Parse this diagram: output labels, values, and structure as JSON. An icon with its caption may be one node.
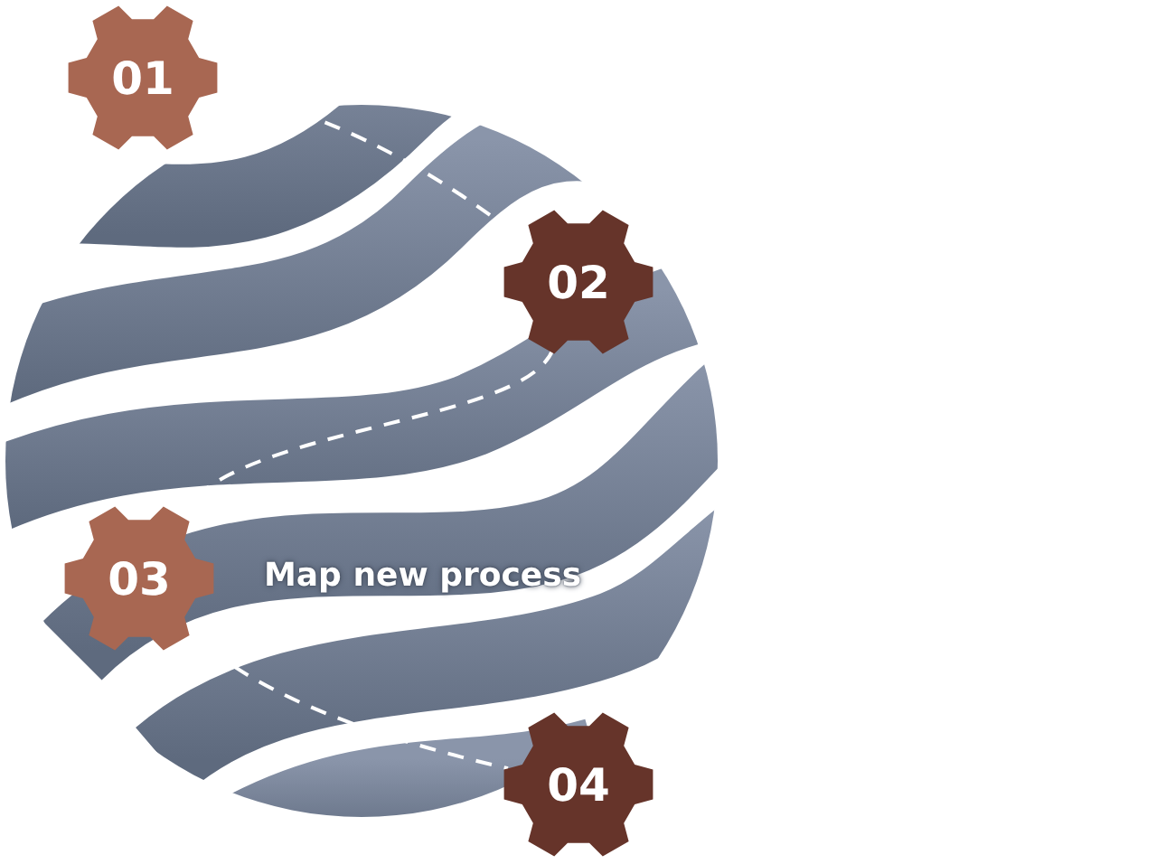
{
  "diagram": {
    "nodes": [
      {
        "text": [
          "01"
        ]
      },
      {
        "text": [
          "02"
        ]
      },
      {
        "text": [
          "03"
        ]
      },
      {
        "text": [
          "04"
        ]
      }
    ],
    "edges": [
      {
        "from": 0,
        "to": 1,
        "arrow": "none",
        "style": "dashed"
      },
      {
        "from": 1,
        "to": 2,
        "arrow": "none",
        "style": "dashed"
      },
      {
        "from": 2,
        "to": 3,
        "arrow": "none",
        "style": "dashed"
      }
    ],
    "labels": [
      "Map new process"
    ]
  }
}
